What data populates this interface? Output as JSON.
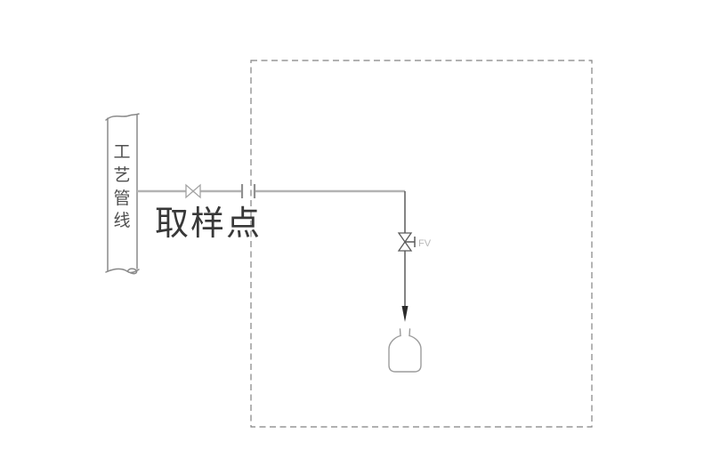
{
  "diagram": {
    "pipe_label": "工艺管线",
    "pipe_label_chars": [
      "工",
      "艺",
      "管",
      "线"
    ],
    "sampling_point_label": "取样点",
    "valve_tag": "FV",
    "colors": {
      "background": "#ffffff",
      "enclosure_border": "#828282",
      "process_line": "#b3b3b3",
      "sample_line": "#5a5a5a",
      "pipe_outline": "#8a8a8a",
      "pipe_label_text": "#4f4f4f",
      "sampling_label_text": "#383838",
      "valve_tag_text": "#b8b8b8",
      "arrow": "#2a2a2a"
    }
  }
}
